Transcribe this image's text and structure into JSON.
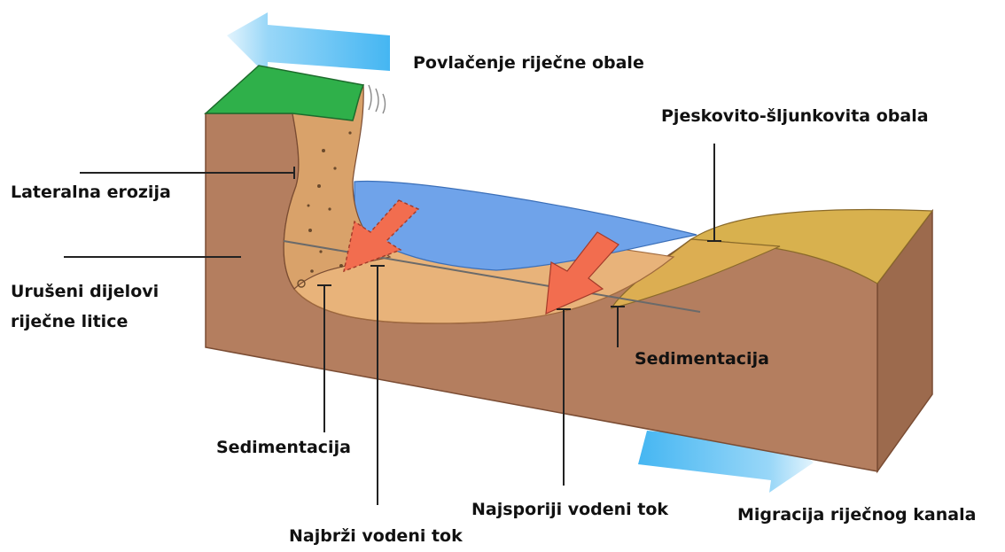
{
  "labels": {
    "retreat": "Povlačenje riječne obale",
    "sandy_bank": "Pjeskovito-šljunkovita obala",
    "lateral_erosion": "Lateralna erozija",
    "collapsed_line1": "Urušeni dijelovi",
    "collapsed_line2": "riječne litice",
    "sedimentation_right": "Sedimentacija",
    "sedimentation_left": "Sedimentacija",
    "slowest_flow": "Najsporiji vodeni tok",
    "fastest_flow": "Najbrži vodeni tok",
    "migration": "Migracija riječnog kanala"
  },
  "colors": {
    "soil": "#b47e5f",
    "soil_dark": "#9c6a4d",
    "grass": "#2fb04a",
    "water": "#6fa3ea",
    "sand": "#e8b37a",
    "gravel_bank": "#d8b14e",
    "flow_arrow": "#f26d4f",
    "blue_arrow": "#45b6f2"
  }
}
